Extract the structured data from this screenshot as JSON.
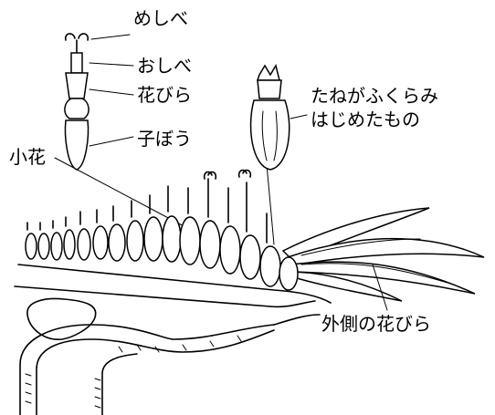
{
  "labels": {
    "stigma": "めしべ",
    "stamen": "おしべ",
    "petal": "花びら",
    "ovary": "子ぼう",
    "floret": "小花",
    "seed_forming_line1": "たねがふくらみ",
    "seed_forming_line2": "はじめたもの",
    "outer_petal": "外側の花びら"
  },
  "colors": {
    "ink": "#000000",
    "background": "#ffffff"
  }
}
